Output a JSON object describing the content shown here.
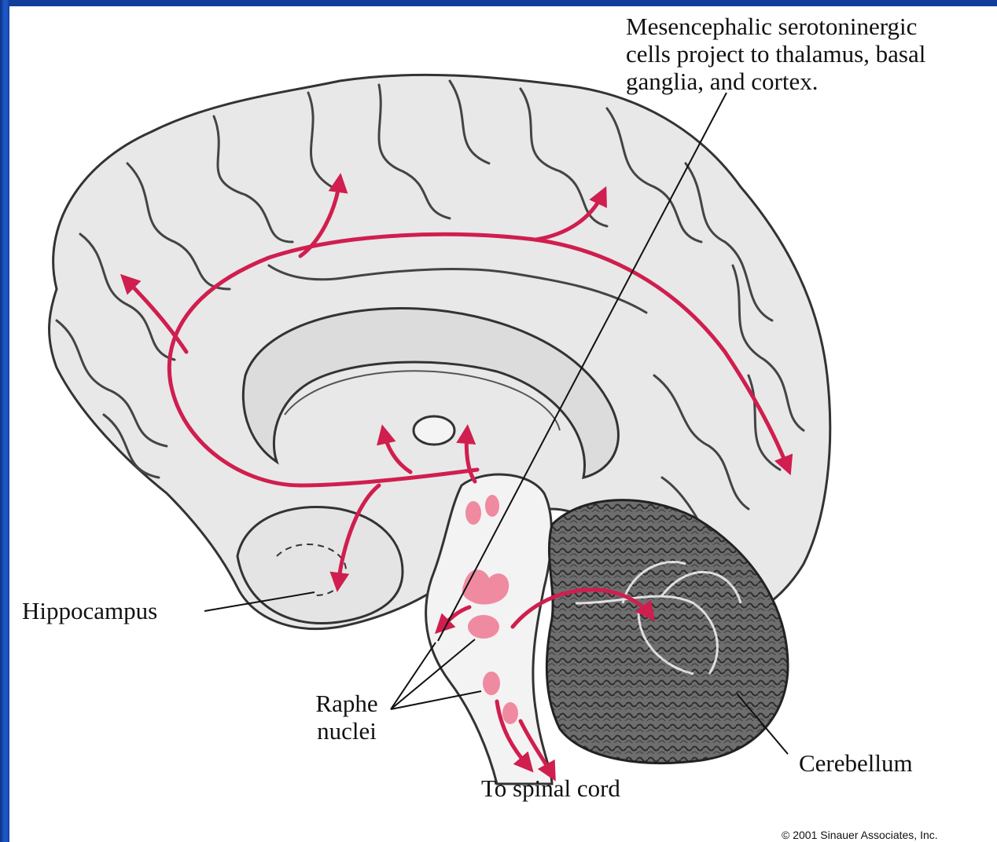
{
  "colors": {
    "background_frame": "#0f3f9a",
    "projection_arrows": "#d01e4f",
    "raphe_nuclei": "#f08aa0",
    "brain_tissue": "#e8e8e8"
  },
  "labels": {
    "projection_caption": [
      "Mesencephalic serotoninergic",
      "cells project to thalamus, basal",
      "ganglia, and cortex."
    ],
    "hippocampus": "Hippocampus",
    "raphe": [
      "Raphe",
      "nuclei"
    ],
    "cerebellum": "Cerebellum",
    "spinal_cord": "To spinal cord"
  },
  "copyright": "© 2001 Sinauer Associates, Inc."
}
